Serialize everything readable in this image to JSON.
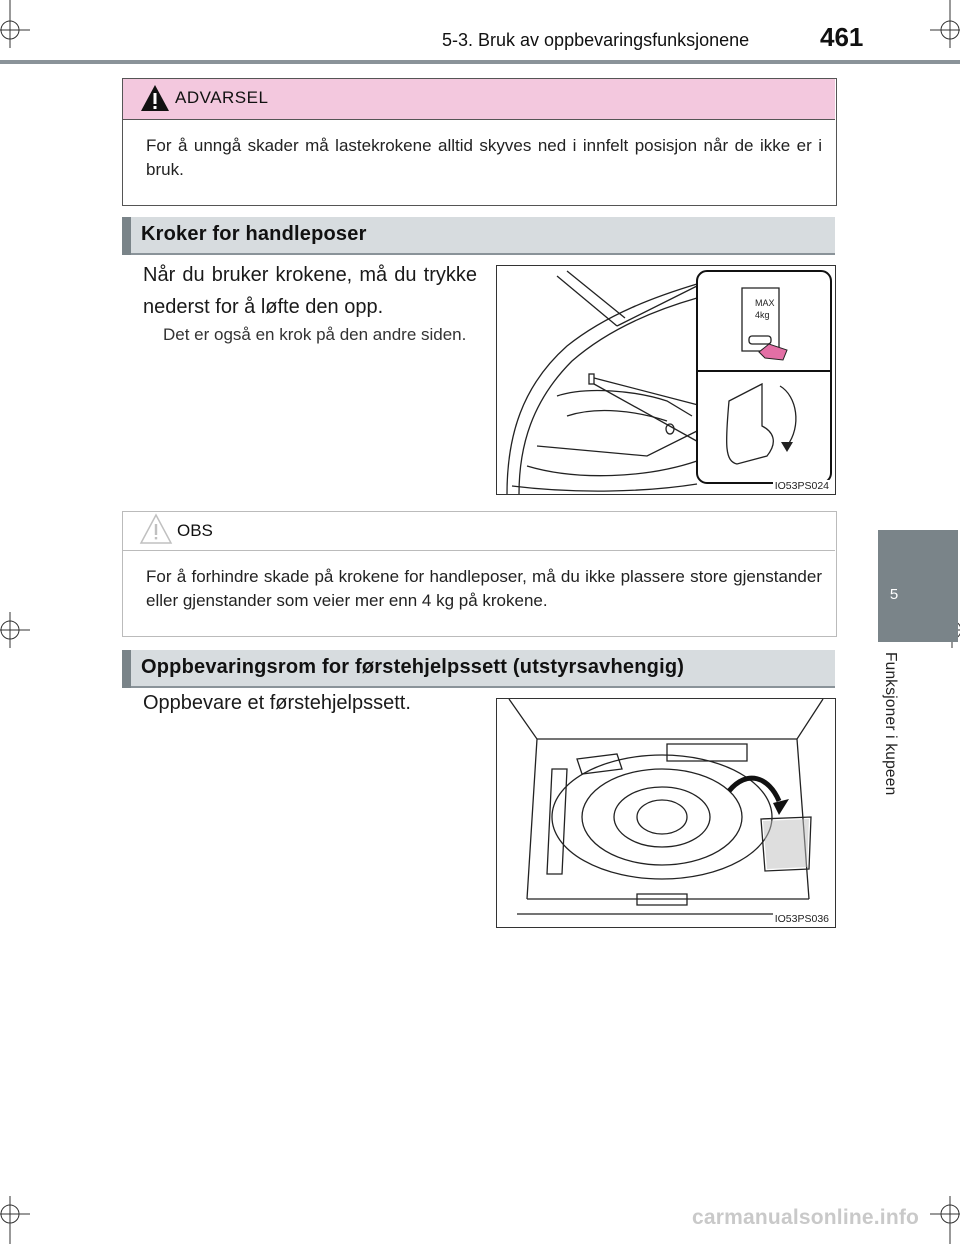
{
  "header": {
    "section": "5-3. Bruk av oppbevaringsfunksjonene",
    "page_number": "461"
  },
  "side_tab": {
    "chapter_number": "5",
    "chapter_title": "Funksjoner i kupeen"
  },
  "warning": {
    "title": "ADVARSEL",
    "text": "For å unngå skader må lastekrokene alltid skyves ned i innfelt posisjon når de ikke er i bruk."
  },
  "section1": {
    "title": "Kroker for handleposer",
    "body": "Når du bruker krokene, må du trykke nederst for å løfte den opp.",
    "note": "Det er også en krok på den andre siden.",
    "figure": {
      "code": "IO53PS024",
      "label_max": "MAX",
      "label_weight": "4kg"
    }
  },
  "notice": {
    "title": "OBS",
    "text": "For å forhindre skade på krokene for handleposer, må du ikke plassere store gjenstander eller gjenstander som veier mer enn 4 kg på krokene."
  },
  "section2": {
    "title": "Oppbevaringsrom for førstehjelpssett (utstyrsavhengig)",
    "body": "Oppbevare et førstehjelpssett.",
    "figure": {
      "code": "IO53PS036"
    }
  },
  "watermark": "carmanualsonline.info",
  "colors": {
    "warning_header": "#f3c8de",
    "section_header": "#d7dcdf",
    "section_bar": "#7a8489",
    "side_tab": "#7a8489"
  }
}
